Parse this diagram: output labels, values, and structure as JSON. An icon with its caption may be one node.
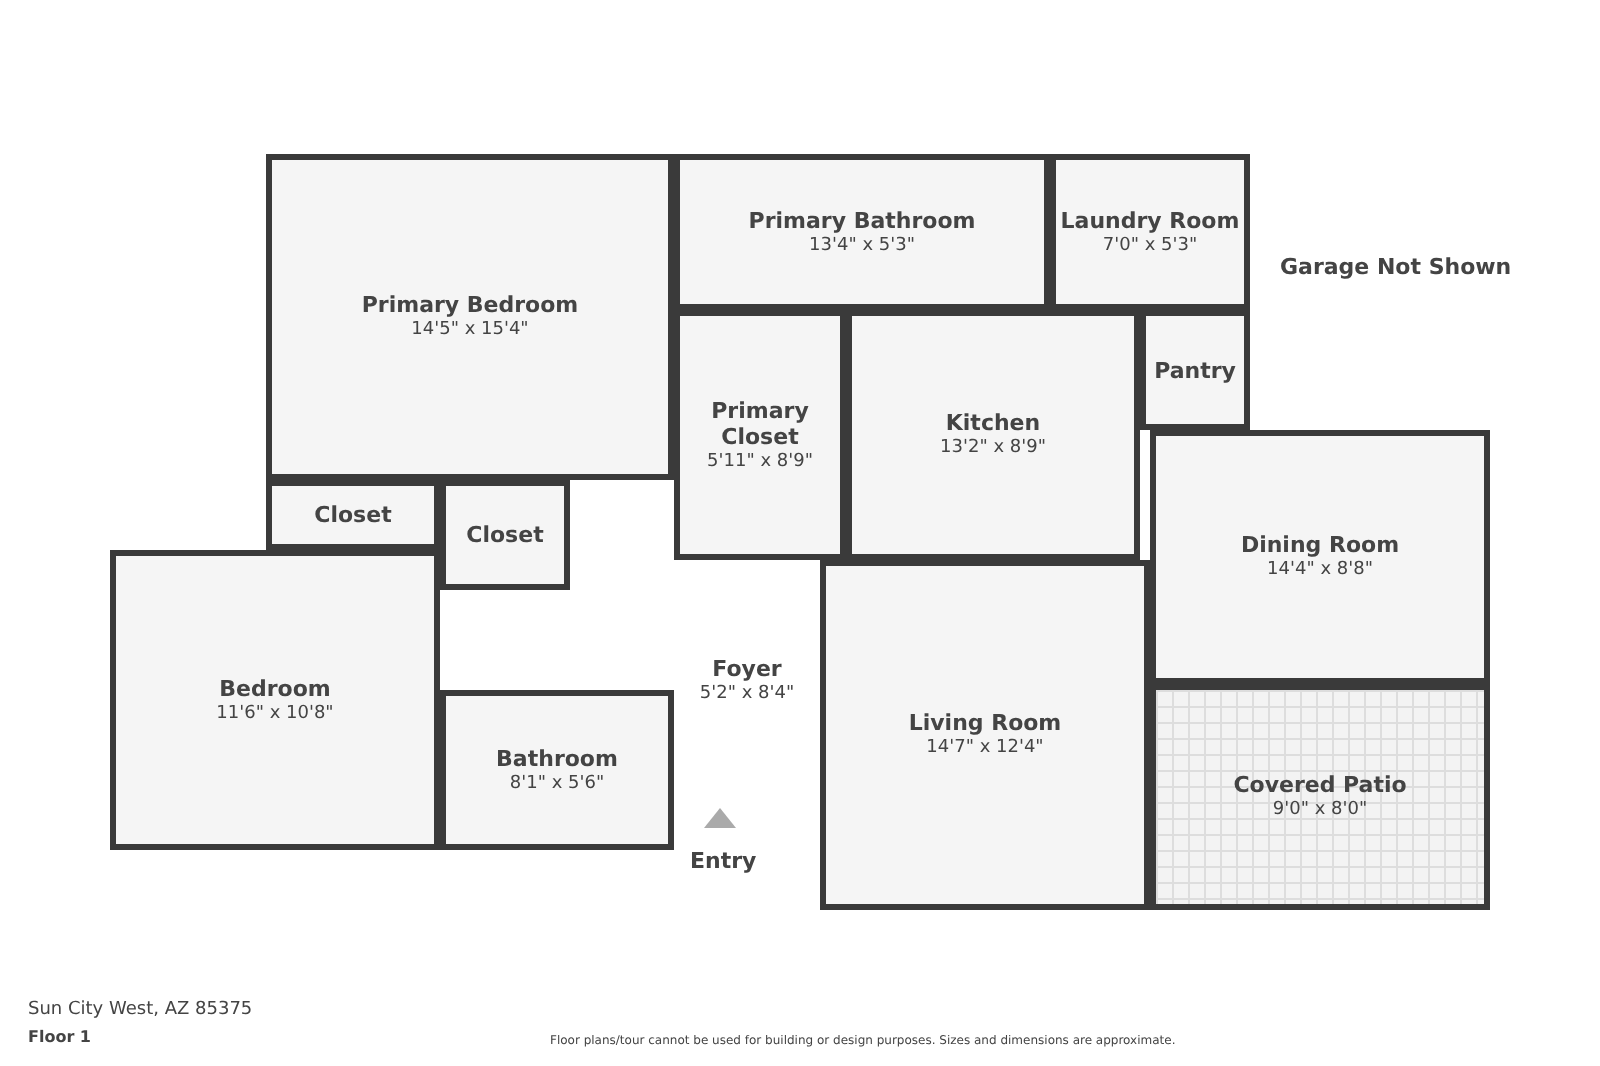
{
  "diagram": {
    "nodes": [
      {
        "text": [
          "Primary Bedroom",
          "14'5\" x 15'4\""
        ]
      },
      {
        "text": [
          "Primary Bathroom",
          "13'4\" x 5'3\""
        ]
      },
      {
        "text": [
          "Laundry Room",
          "7'0\" x 5'3\""
        ]
      },
      {
        "text": [
          "Primary Closet",
          "5'11\" x 8'9\""
        ]
      },
      {
        "text": [
          "Kitchen",
          "13'2\" x 8'9\""
        ]
      },
      {
        "text": [
          "Pantry"
        ]
      },
      {
        "text": [
          "Closet"
        ]
      },
      {
        "text": [
          "Closet"
        ]
      },
      {
        "text": [
          "Dining Room",
          "14'4\" x 8'8\""
        ]
      },
      {
        "text": [
          "Bedroom",
          "11'6\" x 10'8\""
        ]
      },
      {
        "text": [
          "Foyer",
          "5'2\" x 8'4\""
        ]
      },
      {
        "text": [
          "Living Room",
          "14'7\" x 12'4\""
        ]
      },
      {
        "text": [
          "Bathroom",
          "8'1\" x 5'6\""
        ]
      },
      {
        "text": [
          "Covered Patio",
          "9'0\" x 8'0\""
        ]
      }
    ],
    "labels": [
      "Garage Not Shown",
      "Entry",
      "Sun City West, AZ 85375",
      "Floor 1",
      "Floor plans/tour cannot be used for building or design purposes. Sizes and dimensions are approximate."
    ]
  }
}
